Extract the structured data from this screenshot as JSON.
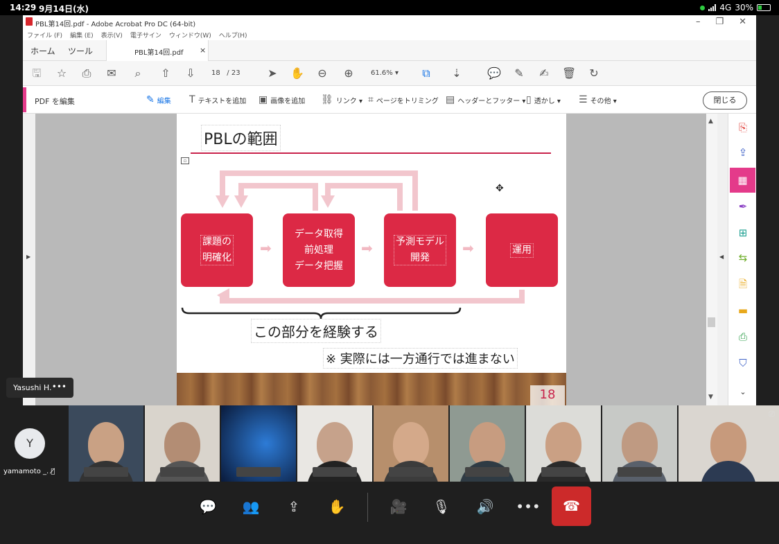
{
  "status_bar": {
    "time": "14:29",
    "date": "9月14日(水)",
    "network": "4G",
    "battery": "30%"
  },
  "window": {
    "title": "PBL第14回.pdf - Adobe Acrobat Pro DC (64-bit)",
    "menu": [
      "ファイル (F)",
      "編集 (E)",
      "表示(V)",
      "電子サイン",
      "ウィンドウ(W)",
      "ヘルプ(H)"
    ],
    "tabs": {
      "home": "ホーム",
      "tools": "ツール",
      "document": "PBL第14回.pdf"
    }
  },
  "toolbar": {
    "page_current": "18",
    "page_total": "/ 23",
    "zoom": "61.6%"
  },
  "edit_bar": {
    "mode_label": "PDF を編集",
    "items": [
      "編集",
      "テキストを追加",
      "画像を追加",
      "リンク ▾",
      "ページをトリミング",
      "ヘッダーとフッター ▾",
      "透かし ▾",
      "その他 ▾"
    ],
    "close_label": "閉じる"
  },
  "slide": {
    "title": "PBLの範囲",
    "boxes": [
      {
        "lines": [
          "課題の",
          "明確化"
        ]
      },
      {
        "lines": [
          "データ取得",
          "前処理",
          "データ把握"
        ]
      },
      {
        "lines": [
          "予測モデル",
          "開発"
        ]
      },
      {
        "lines": [
          "運用"
        ]
      }
    ],
    "brace_label": "この部分を経験する",
    "note": "※ 実際には一方通行では進まない",
    "page_number": "18"
  },
  "call": {
    "speaker_badge": "Yasushi H.",
    "self": {
      "initial": "Y",
      "name": "yamamoto _."
    }
  },
  "colors": {
    "accent_pink": "#e43a8a",
    "slide_red": "#dc2945",
    "hangup": "#cc2a2a"
  }
}
